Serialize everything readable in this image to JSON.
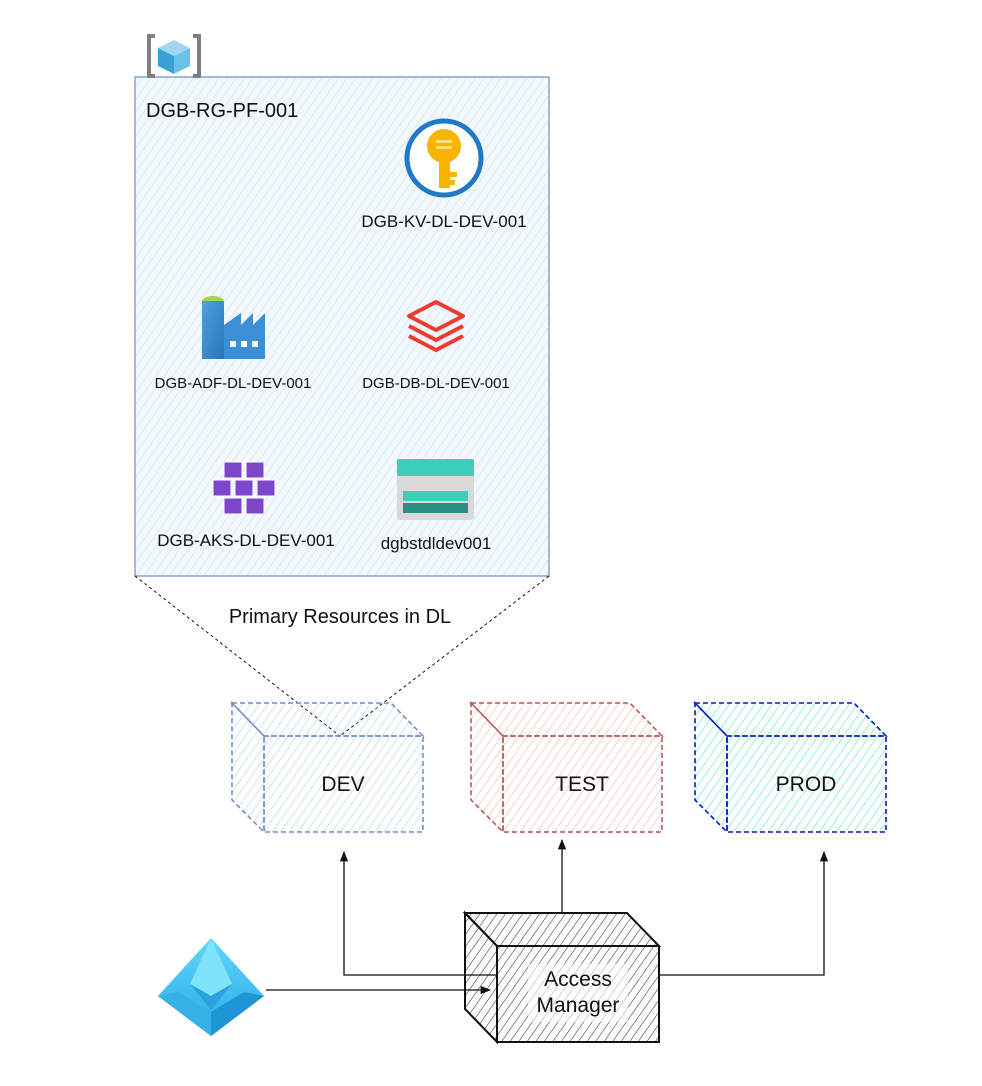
{
  "resource_group": {
    "name": "DGB-RG-PF-001",
    "icon": "resource-group-icon",
    "resources": [
      {
        "id": "kv",
        "label": "DGB-KV-DL-DEV-001",
        "icon": "key-vault-icon"
      },
      {
        "id": "adf",
        "label": "DGB-ADF-DL-DEV-001",
        "icon": "data-factory-icon"
      },
      {
        "id": "db",
        "label": "DGB-DB-DL-DEV-001",
        "icon": "databricks-icon"
      },
      {
        "id": "aks",
        "label": "DGB-AKS-DL-DEV-001",
        "icon": "kubernetes-service-icon"
      },
      {
        "id": "st",
        "label": "dgbstdldev001",
        "icon": "storage-account-icon"
      }
    ]
  },
  "zoom_caption": "Primary Resources in DL",
  "environments": [
    {
      "id": "dev",
      "label": "DEV",
      "stroke": "#6c8ebf",
      "fill": "#dae8fc"
    },
    {
      "id": "test",
      "label": "TEST",
      "stroke": "#b85450",
      "fill": "#f8cecc"
    },
    {
      "id": "prod",
      "label": "PROD",
      "stroke": "#001dbc",
      "fill": "#57e3c9"
    }
  ],
  "access_manager": {
    "line1": "Access",
    "line2": "Manager"
  },
  "identity": {
    "icon": "azure-active-directory-icon"
  },
  "colors": {
    "group_border": "#6c8ebf",
    "group_fill": "#dae8fc",
    "hatch_dark": "#000000"
  }
}
